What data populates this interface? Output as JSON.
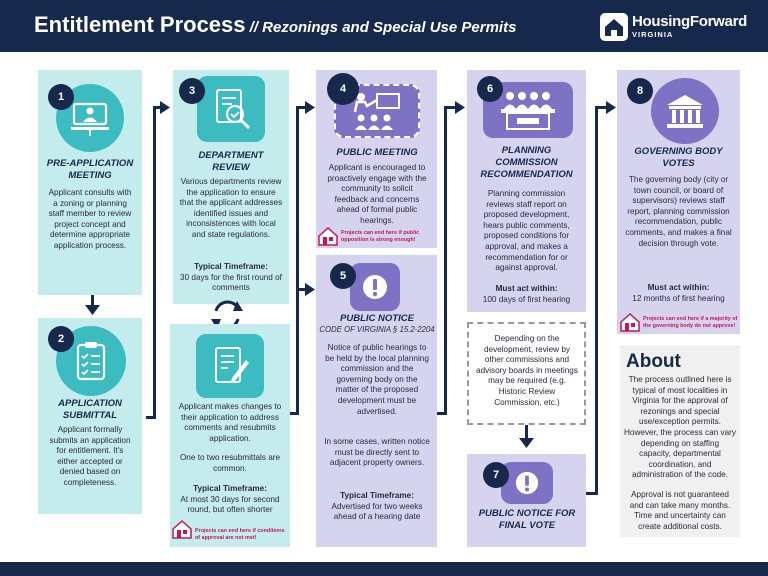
{
  "header": {
    "title": "Entitlement Process",
    "subtitle": " // Rezonings and Special Use Permits",
    "logo_name": "HousingForward",
    "logo_state": "VIRGINIA"
  },
  "steps": {
    "s1": {
      "num": "1",
      "title": "PRE-APPLICATION MEETING",
      "body": "Applicant consults with a zoning or planning staff member to review project concept and determine appropriate application process."
    },
    "s2": {
      "num": "2",
      "title": "APPLICATION SUBMITTAL",
      "body": "Applicant formally submits an application for entitlement. It's either accepted or denied based on completeness."
    },
    "s3": {
      "num": "3",
      "title": "DEPARTMENT REVIEW",
      "body": "Various departments review the application to ensure that the applicant addresses identified issues and inconsistences with local and state regulations.",
      "tf_label": "Typical Timeframe:",
      "tf_value": "30 days for the first round of comments"
    },
    "s3b": {
      "body1": "Applicant makes changes to their application to address comments and resubmits application.",
      "body2": "One to two resubmittals are common.",
      "tf_label": "Typical Timeframe:",
      "tf_value": "At most 30 days for second round, but often shorter",
      "note": "Projects can end here if conditions of approval are not met!"
    },
    "s4": {
      "num": "4",
      "title": "PUBLIC MEETING",
      "body": "Applicant is encouraged to proactively engage with the community to solicit feedback and concerns ahead of formal public hearings.",
      "note": "Projects can end here if public opposition is strong enough!"
    },
    "s5": {
      "num": "5",
      "title": "PUBLIC NOTICE",
      "code": "CODE OF VIRGINIA § 15.2-2204",
      "body1": "Notice of public hearings to be held by the local planning commission and the governing body on the matter of the proposed development must be advertised.",
      "body2": "In some cases, written notice must be directly sent to adjacent property owners.",
      "tf_label": "Typical Timeframe:",
      "tf_value": "Advertised for two weeks ahead of a hearing date"
    },
    "s6": {
      "num": "6",
      "title": "PLANNING COMMISSION RECOMMENDATION",
      "body": "Planning commission reviews staff report on proposed development, hears public comments, proposed conditions for approval, and makes a recommendation for or against approval.",
      "act_label": "Must act within:",
      "act_value": "100 days of first hearing"
    },
    "s6b": {
      "body": "Depending on the development, review by other commissions and advisory boards in meetings may be required (e.g. Historic Review Commission, etc.)"
    },
    "s7": {
      "num": "7",
      "title": "PUBLIC NOTICE FOR FINAL VOTE"
    },
    "s8": {
      "num": "8",
      "title": "GOVERNING BODY VOTES",
      "body": "The governing body (city or town council, or board of supervisors) reviews staff report, planning commission recommendation, public comments, and makes a final decision through vote.",
      "act_label": "Must act within:",
      "act_value": "12 months of first hearing",
      "note": "Projects can end here if a majority of the governing body do not approve!"
    }
  },
  "about": {
    "title": "About",
    "p1": "The process outlined here is typical of most localities in Virginia for the approval of rezonings and special use/exception permits. However, the process can vary depending on staffing capacity, departmental coordination,  and administration of the code.",
    "p2": "Approval is not guaranteed and can take many months. Time and uncertainty can create additional costs."
  },
  "colors": {
    "navy": "#16294c",
    "teal_bg": "#c5ecec",
    "teal": "#3cbcc0",
    "lav_bg": "#d6d3ee",
    "purple": "#7e72c4",
    "warn": "#c2185b"
  }
}
